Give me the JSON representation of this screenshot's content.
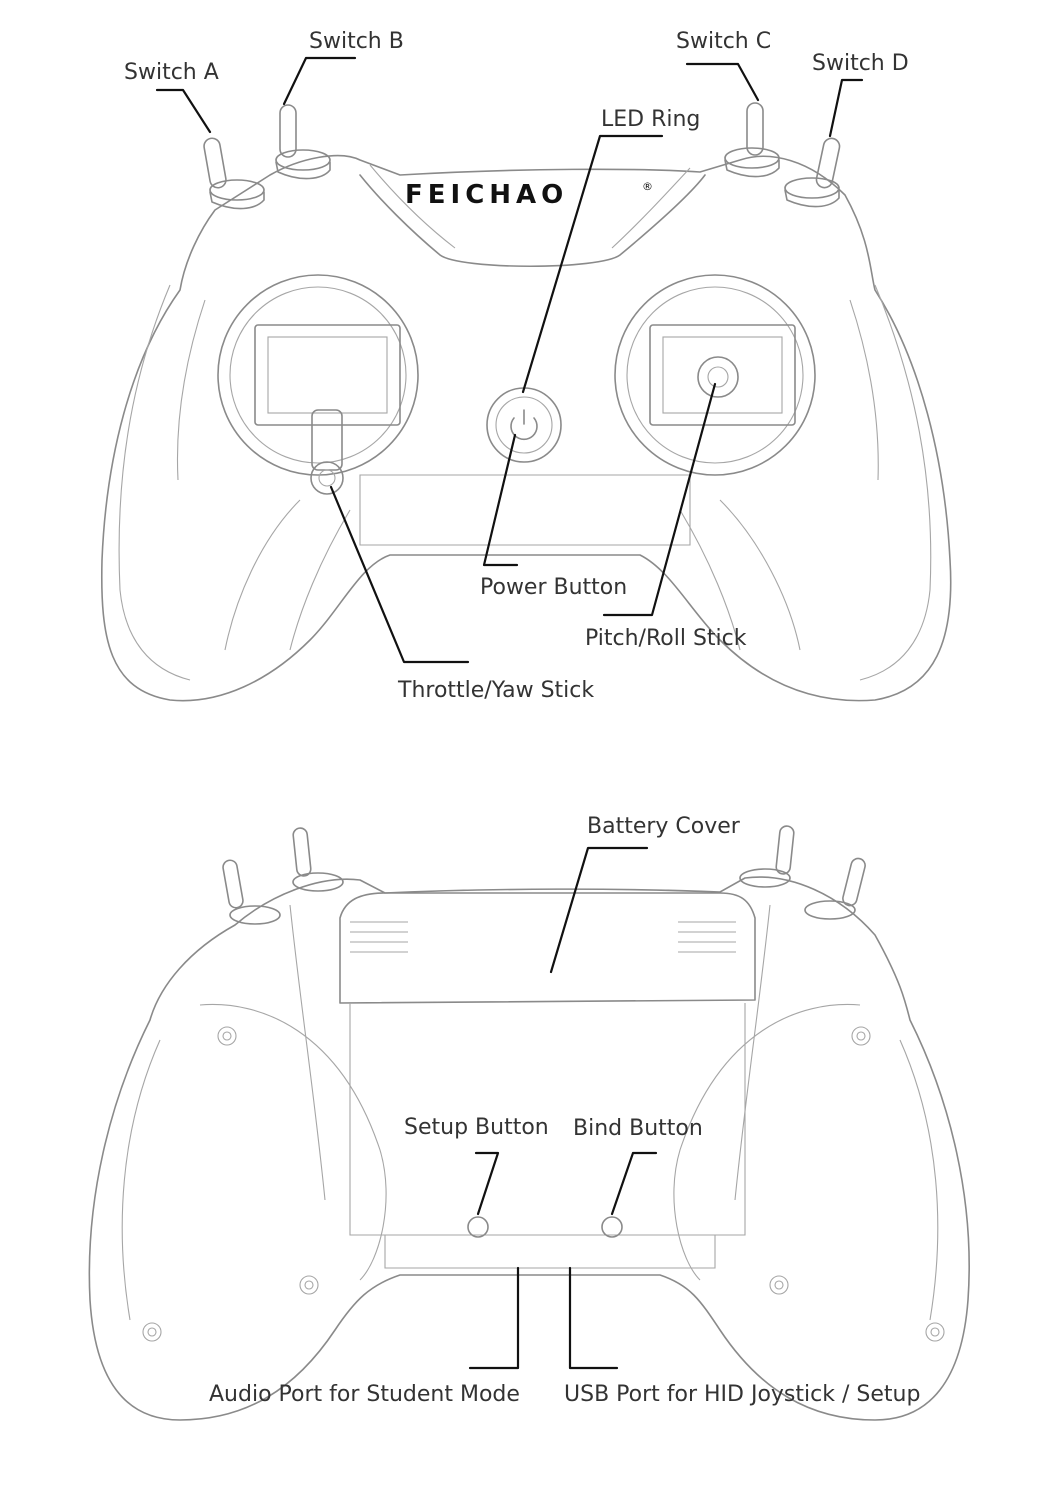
{
  "brand": {
    "logo_text": "FEICHAO",
    "registered_mark": "®"
  },
  "front_view": {
    "labels": {
      "switch_a": "Switch A",
      "switch_b": "Switch B",
      "switch_c": "Switch C",
      "switch_d": "Switch D",
      "led_ring": "LED Ring",
      "power_button": "Power Button",
      "pitch_roll_stick": "Pitch/Roll Stick",
      "throttle_yaw_stick": "Throttle/Yaw Stick"
    }
  },
  "back_view": {
    "labels": {
      "battery_cover": "Battery Cover",
      "setup_button": "Setup Button",
      "bind_button": "Bind Button",
      "audio_port": "Audio Port for Student Mode",
      "usb_port": "USB Port for HID Joystick / Setup"
    }
  }
}
